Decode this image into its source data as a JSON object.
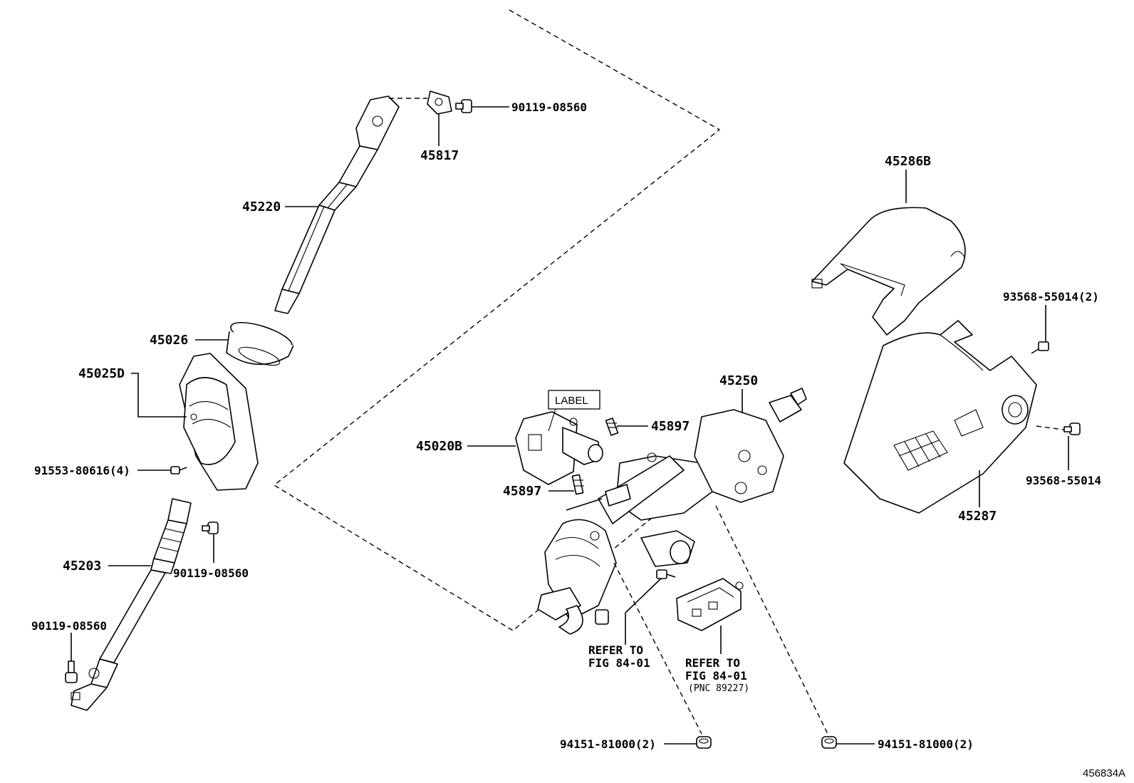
{
  "callouts": {
    "p45220": "45220",
    "p45817": "45817",
    "p90119_top": "90119-08560",
    "p45026": "45026",
    "p45025D": "45025D",
    "p91553": "91553-80616(4)",
    "p45203": "45203",
    "p90119_mid": "90119-08560",
    "p90119_low": "90119-08560",
    "p45020B": "45020B",
    "label_box": "LABEL",
    "p45897_a": "45897",
    "p45897_b": "45897",
    "p45250": "45250",
    "p45286B": "45286B",
    "p93568_2": "93568-55014(2)",
    "p93568": "93568-55014",
    "p45287": "45287",
    "refer1_line1": "REFER TO",
    "refer1_line2": "FIG 84-01",
    "refer2_line1": "REFER TO",
    "refer2_line2": "FIG 84-01",
    "refer2_line3": "(PNC 89227)",
    "p94151_left": "94151-81000(2)",
    "p94151_right": "94151-81000(2)"
  },
  "diagram_id": "456834A"
}
